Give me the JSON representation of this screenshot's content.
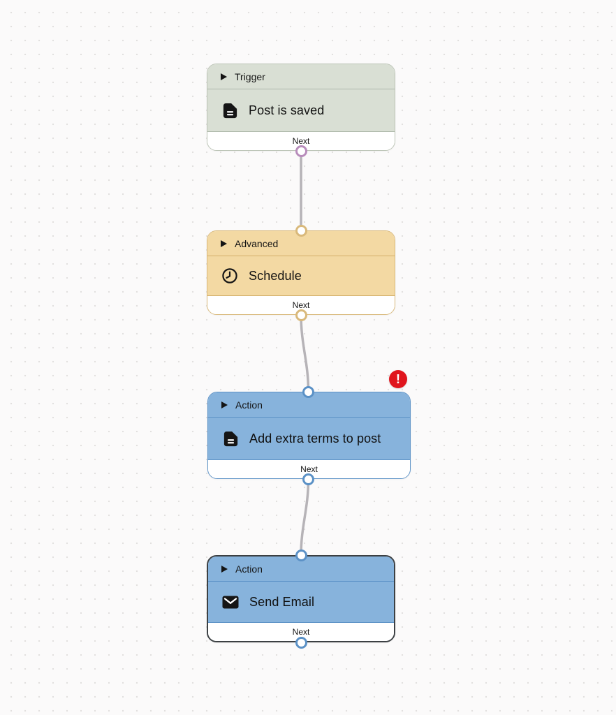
{
  "canvas": {
    "background_color": "#fbfafa",
    "dot_color": "#e2e0df",
    "edge_color": "#b6b3b7"
  },
  "nodes": [
    {
      "category": "Trigger",
      "title": "Post is saved",
      "icon": "document-icon",
      "footer_label": "Next",
      "colors": {
        "bg": "#d9dfd4",
        "border": "#bcc4b6",
        "divider": "#aeb8aa",
        "port": "#b88cbb"
      }
    },
    {
      "category": "Advanced",
      "title": "Schedule",
      "icon": "clock-icon",
      "footer_label": "Next",
      "colors": {
        "bg": "#f3d9a3",
        "border": "#d9b97b",
        "divider": "#d3ae69",
        "port": "#d9b97b"
      }
    },
    {
      "category": "Action",
      "title": "Add extra terms to post",
      "icon": "document-icon",
      "footer_label": "Next",
      "colors": {
        "bg": "#87b3dc",
        "border": "#5b91c6",
        "divider": "#5b91c6",
        "port": "#5b91c6"
      },
      "error_badge": {
        "glyph": "!",
        "color": "#e0151d"
      }
    },
    {
      "category": "Action",
      "title": "Send Email",
      "icon": "envelope-icon",
      "footer_label": "Next",
      "selected": true,
      "colors": {
        "bg": "#87b3dc",
        "border": "#3c4043",
        "divider": "#5b91c6",
        "port": "#5b91c6"
      }
    }
  ]
}
